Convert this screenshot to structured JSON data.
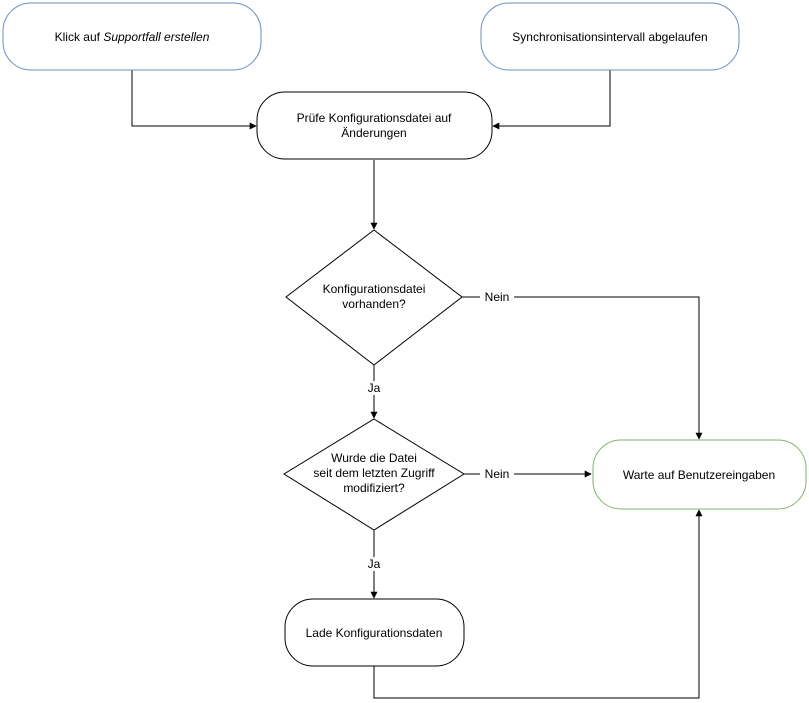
{
  "colors": {
    "start_border": "#6c8ebf",
    "end_border": "#82b366",
    "default_border": "#000000",
    "line": "#000000",
    "background": "#ffffff"
  },
  "nodes": {
    "start_click": {
      "prefix": "Klick auf ",
      "emph": "Supportfall erstellen"
    },
    "start_sync": {
      "label": "Synchronisationsintervall abgelaufen"
    },
    "check_config": {
      "line1": "Prüfe Konfigurationsdatei auf",
      "line2": "Änderungen"
    },
    "decision_exists": {
      "line1": "Konfigurationsdatei",
      "line2": "vorhanden?"
    },
    "decision_modified": {
      "line1": "Wurde die Datei",
      "line2": "seit dem letzten Zugriff",
      "line3": "modifiziert?"
    },
    "load_config": {
      "label": "Lade Konfigurationsdaten"
    },
    "wait_input": {
      "label": "Warte auf Benutzereingaben"
    }
  },
  "edges": {
    "exists_no": "Nein",
    "exists_yes": "Ja",
    "modified_no": "Nein",
    "modified_yes": "Ja"
  }
}
